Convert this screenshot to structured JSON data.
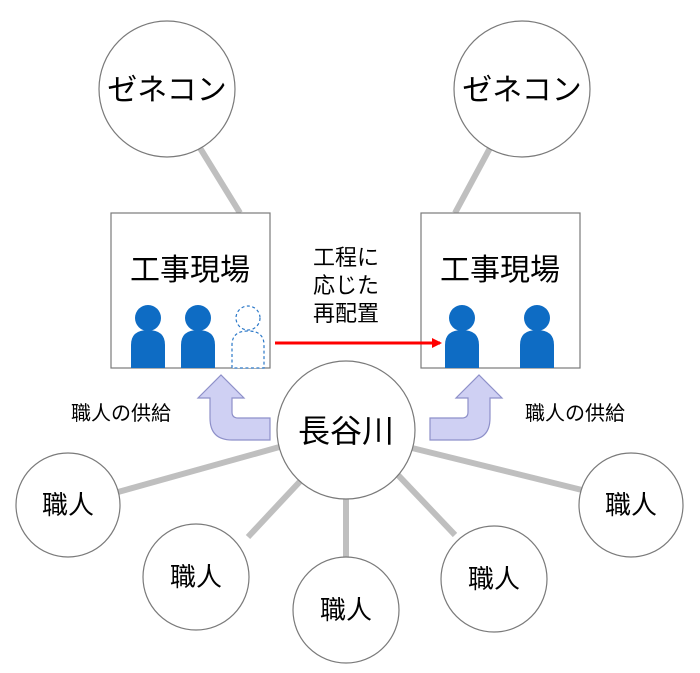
{
  "colors": {
    "person": "#0e6cc4",
    "connector": "#bfbfbf",
    "outline": "#7a7a7a",
    "red_arrow": "#ff0000",
    "bend_arrow_fill": "#cfd0f3",
    "bend_arrow_stroke": "#8e90c9"
  },
  "nodes": {
    "general_contractor_left": "ゼネコン",
    "general_contractor_right": "ゼネコン",
    "site_left": "工事現場",
    "site_right": "工事現場",
    "center": "長谷川",
    "craftsmen": [
      "職人",
      "職人",
      "職人",
      "職人",
      "職人"
    ]
  },
  "labels": {
    "reassign_line1": "工程に",
    "reassign_line2": "応じた",
    "reassign_line3": "再配置",
    "supply_left": "職人の供給",
    "supply_right": "職人の供給"
  },
  "icons": {
    "worker": "person-icon",
    "vacant_worker": "person-outline-icon",
    "supply_arrow": "bent-arrow-up-icon",
    "reassign_arrow": "arrow-right-icon"
  }
}
